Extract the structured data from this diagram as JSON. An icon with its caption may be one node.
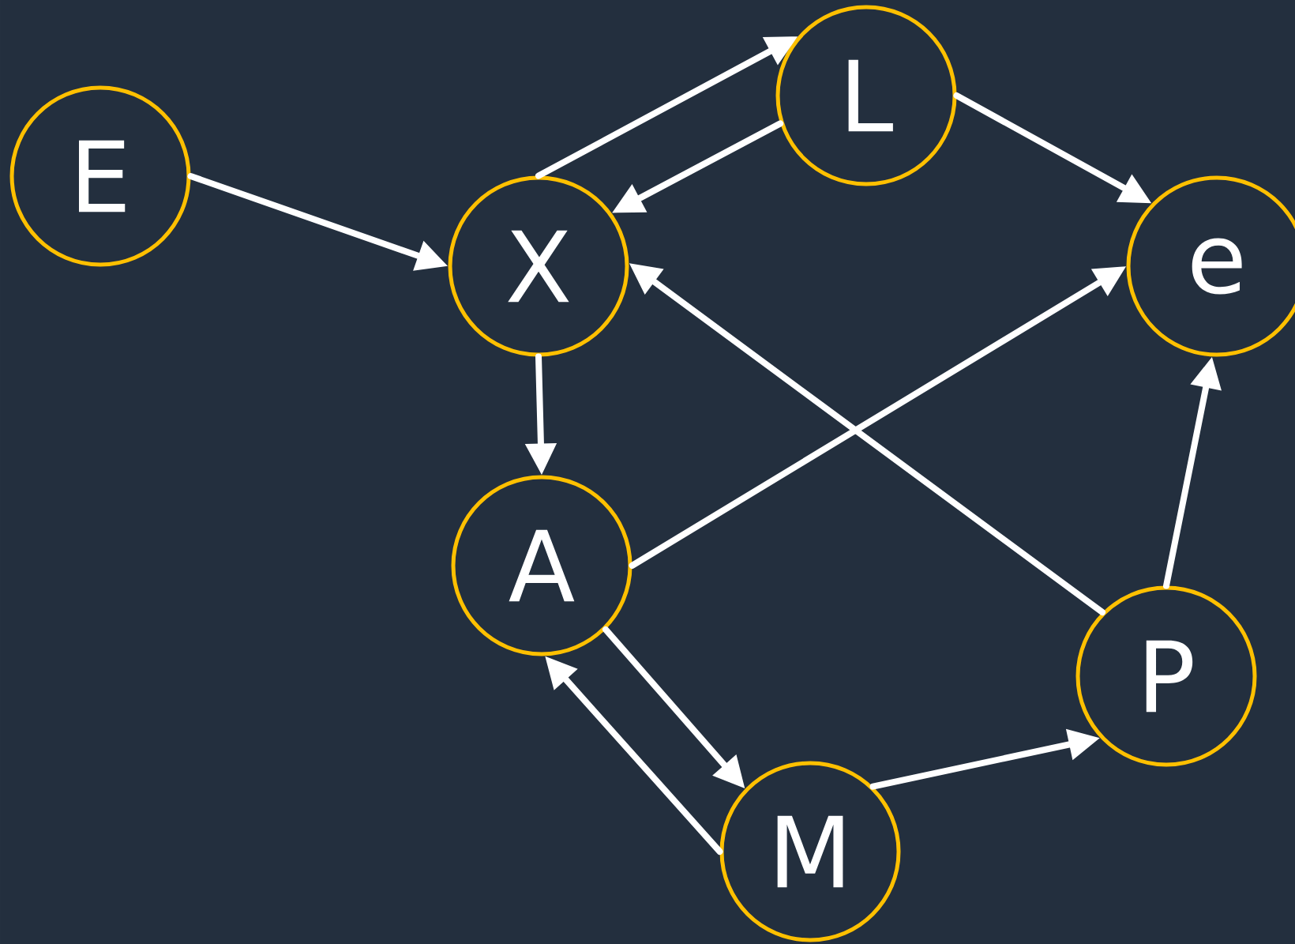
{
  "diagram": {
    "nodes": [
      {
        "text": [
          "E"
        ]
      },
      {
        "text": [
          "X"
        ]
      },
      {
        "text": [
          "L"
        ]
      },
      {
        "text": [
          "e"
        ]
      },
      {
        "text": [
          "A"
        ]
      },
      {
        "text": [
          "P"
        ]
      },
      {
        "text": [
          "M"
        ]
      }
    ],
    "edges": [
      {
        "from": 0,
        "to": 1,
        "arrow": "to"
      },
      {
        "from": 1,
        "to": 2,
        "arrow": "to"
      },
      {
        "from": 2,
        "to": 1,
        "arrow": "to"
      },
      {
        "from": 2,
        "to": 3,
        "arrow": "to"
      },
      {
        "from": 5,
        "to": 1,
        "arrow": "to"
      },
      {
        "from": 4,
        "to": 3,
        "arrow": "to"
      },
      {
        "from": 1,
        "to": 4,
        "arrow": "to"
      },
      {
        "from": 4,
        "to": 6,
        "arrow": "to"
      },
      {
        "from": 6,
        "to": 4,
        "arrow": "to"
      },
      {
        "from": 6,
        "to": 5,
        "arrow": "to"
      },
      {
        "from": 5,
        "to": 3,
        "arrow": "to"
      }
    ]
  }
}
